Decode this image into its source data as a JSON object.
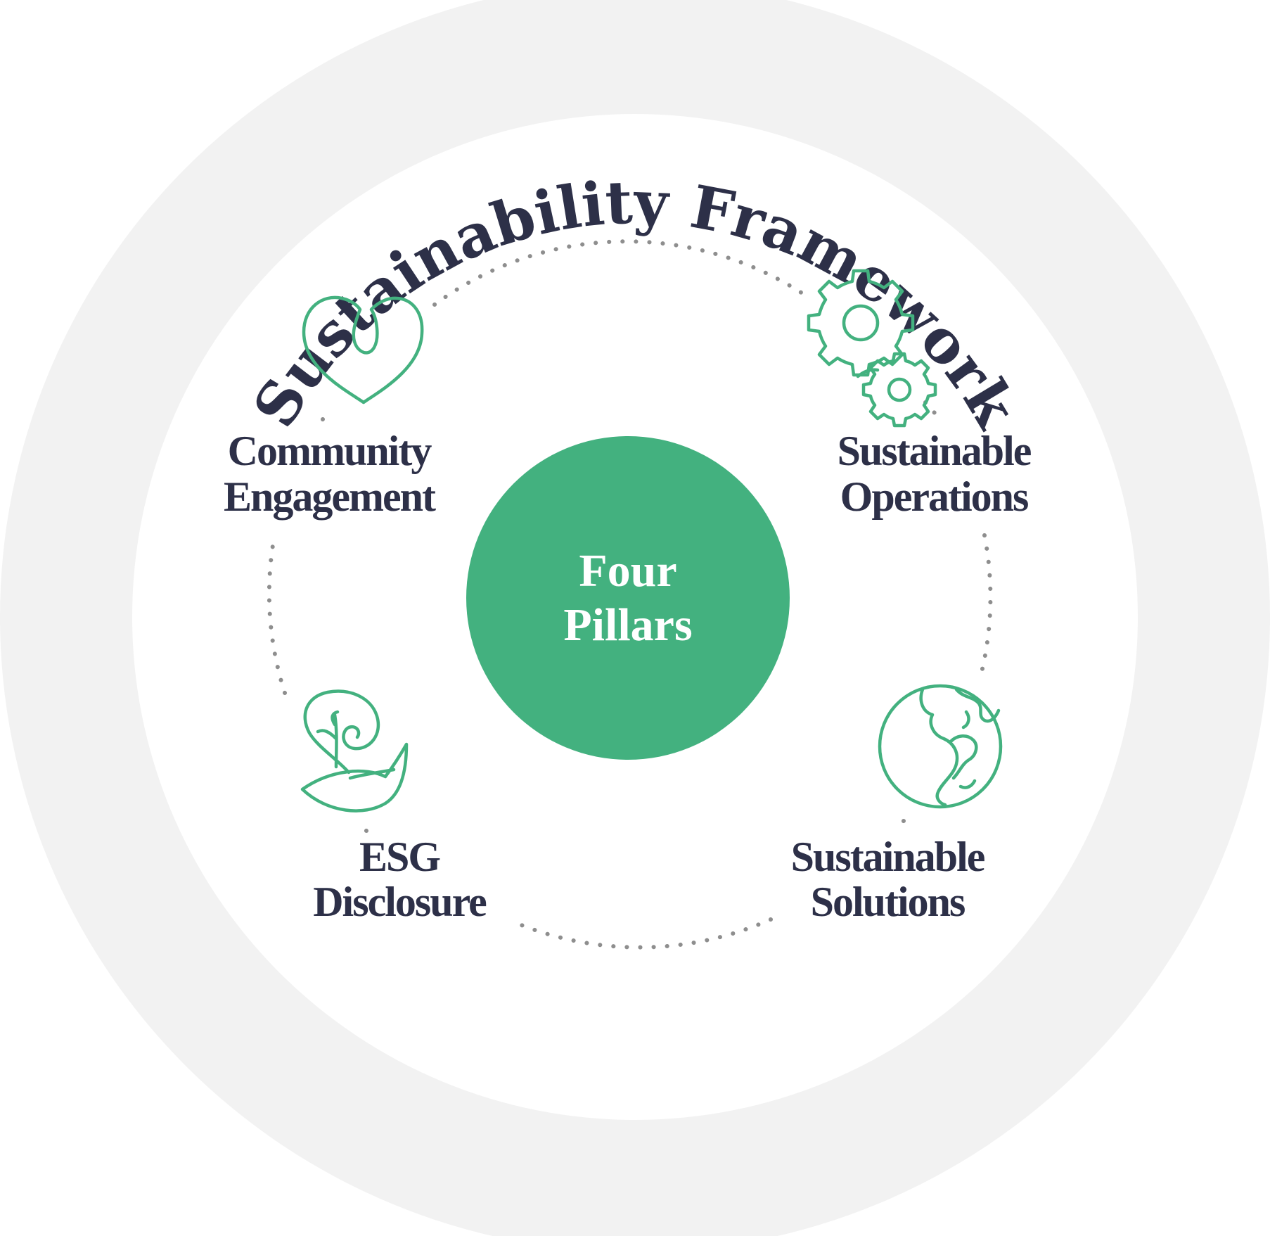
{
  "title": "Sustainability Framework",
  "center": {
    "line1": "Four",
    "line2": "Pillars"
  },
  "pillars": [
    {
      "id": "community-engagement",
      "icon": "heart-icon",
      "line1": "Community",
      "line2": "Engagement"
    },
    {
      "id": "sustainable-operations",
      "icon": "gears-icon",
      "line1": "Sustainable",
      "line2": "Operations"
    },
    {
      "id": "esg-disclosure",
      "icon": "sprout-icon",
      "line1": "ESG",
      "line2": "Disclosure"
    },
    {
      "id": "sustainable-solutions",
      "icon": "globe-icon",
      "line1": "Sustainable",
      "line2": "Solutions"
    }
  ],
  "colors": {
    "outer_ring": "#f2f2f2",
    "inner_disc": "#ffffff",
    "accent_green": "#43b17f",
    "text_navy": "#2d3048",
    "dots_gray": "#8e8e8e",
    "center_text": "#ffffff"
  }
}
